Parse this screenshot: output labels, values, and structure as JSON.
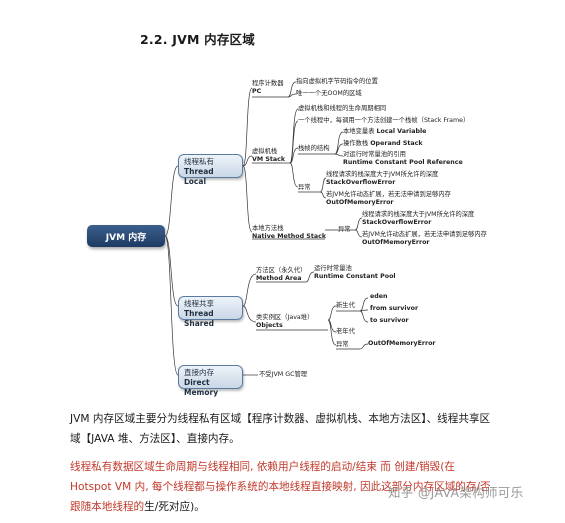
{
  "heading": "2.2. JVM 内存区域",
  "root_label": "JVM 内存",
  "thread_local": {
    "zh": "线程私有",
    "en": "Thread Local",
    "pc": {
      "zh": "程序计数器",
      "en": "PC",
      "notes": [
        "指向虚拟机字节码指令的位置",
        "唯一一个无OOM的区域"
      ]
    },
    "vm_stack": {
      "zh": "虚拟机栈",
      "en": "VM Stack",
      "notes": [
        "虚拟机栈和线程的生命周期相同",
        "一个线程中，每调用一个方法创建一个栈帧（Stack Frame）"
      ],
      "frame": {
        "label": "栈帧的结构",
        "items": [
          {
            "zh": "本地变量表",
            "en": "Local Variable"
          },
          {
            "zh": "操作数栈",
            "en": "Operand Stack"
          },
          {
            "zh": "对运行时常量池的引用",
            "en": "Runtime Constant Pool Reference"
          }
        ]
      },
      "exception": {
        "label": "异常",
        "items": [
          {
            "zh": "线程请求的栈深度大于JVM所允许的深度",
            "en": "StackOverflowError"
          },
          {
            "zh": "若JVM允许动态扩展，若无法申请到足够内存",
            "en": "OutOfMemoryError"
          }
        ]
      }
    },
    "native_stack": {
      "zh": "本地方法栈",
      "en": "Native Method Stack",
      "exception": {
        "label": "异常",
        "items": [
          {
            "zh": "线程请求的栈深度大于JVM所允许的深度",
            "en": "StackOverflowError"
          },
          {
            "zh": "若JVM允许动态扩展，若无法申请到足够内存",
            "en": "OutOfMemoryError"
          }
        ]
      }
    }
  },
  "thread_shared": {
    "zh": "线程共享",
    "en": "Thread Shared",
    "method_area": {
      "zh": "方法区（永久代）",
      "en": "Method Area",
      "note_zh": "运行时常量池",
      "note_en": "Runtime Constant Pool"
    },
    "objects": {
      "zh": "类实例区（Java堆）",
      "en": "Objects",
      "young": {
        "label": "新生代",
        "items": [
          "eden",
          "from survivor",
          "to survivor"
        ]
      },
      "old": {
        "label": "老年代"
      },
      "exception": {
        "label": "异常",
        "item": "OutOfMemoryError"
      }
    }
  },
  "direct_memory": {
    "zh": "直接内存",
    "en": "Direct Memory",
    "note": "不受JVM GC管理"
  },
  "paragraph1": "JVM 内存区域主要分为线程私有区域【程序计数器、虚拟机栈、本地方法区】、线程共享区域【JAVA 堆、方法区】、直接内存。",
  "paragraph2_red": "线程私有数据区域生命周期与线程相同, 依赖用户线程的启动/结束 而 创建/销毁(在 Hotspot VM 内, 每个线程都与操作系统的本地线程直接映射, 因此这部分内存区域的存/否跟随本地线程的",
  "paragraph2_black": "生/死对应)。",
  "watermark": "知乎 @JAVA架构师可乐"
}
